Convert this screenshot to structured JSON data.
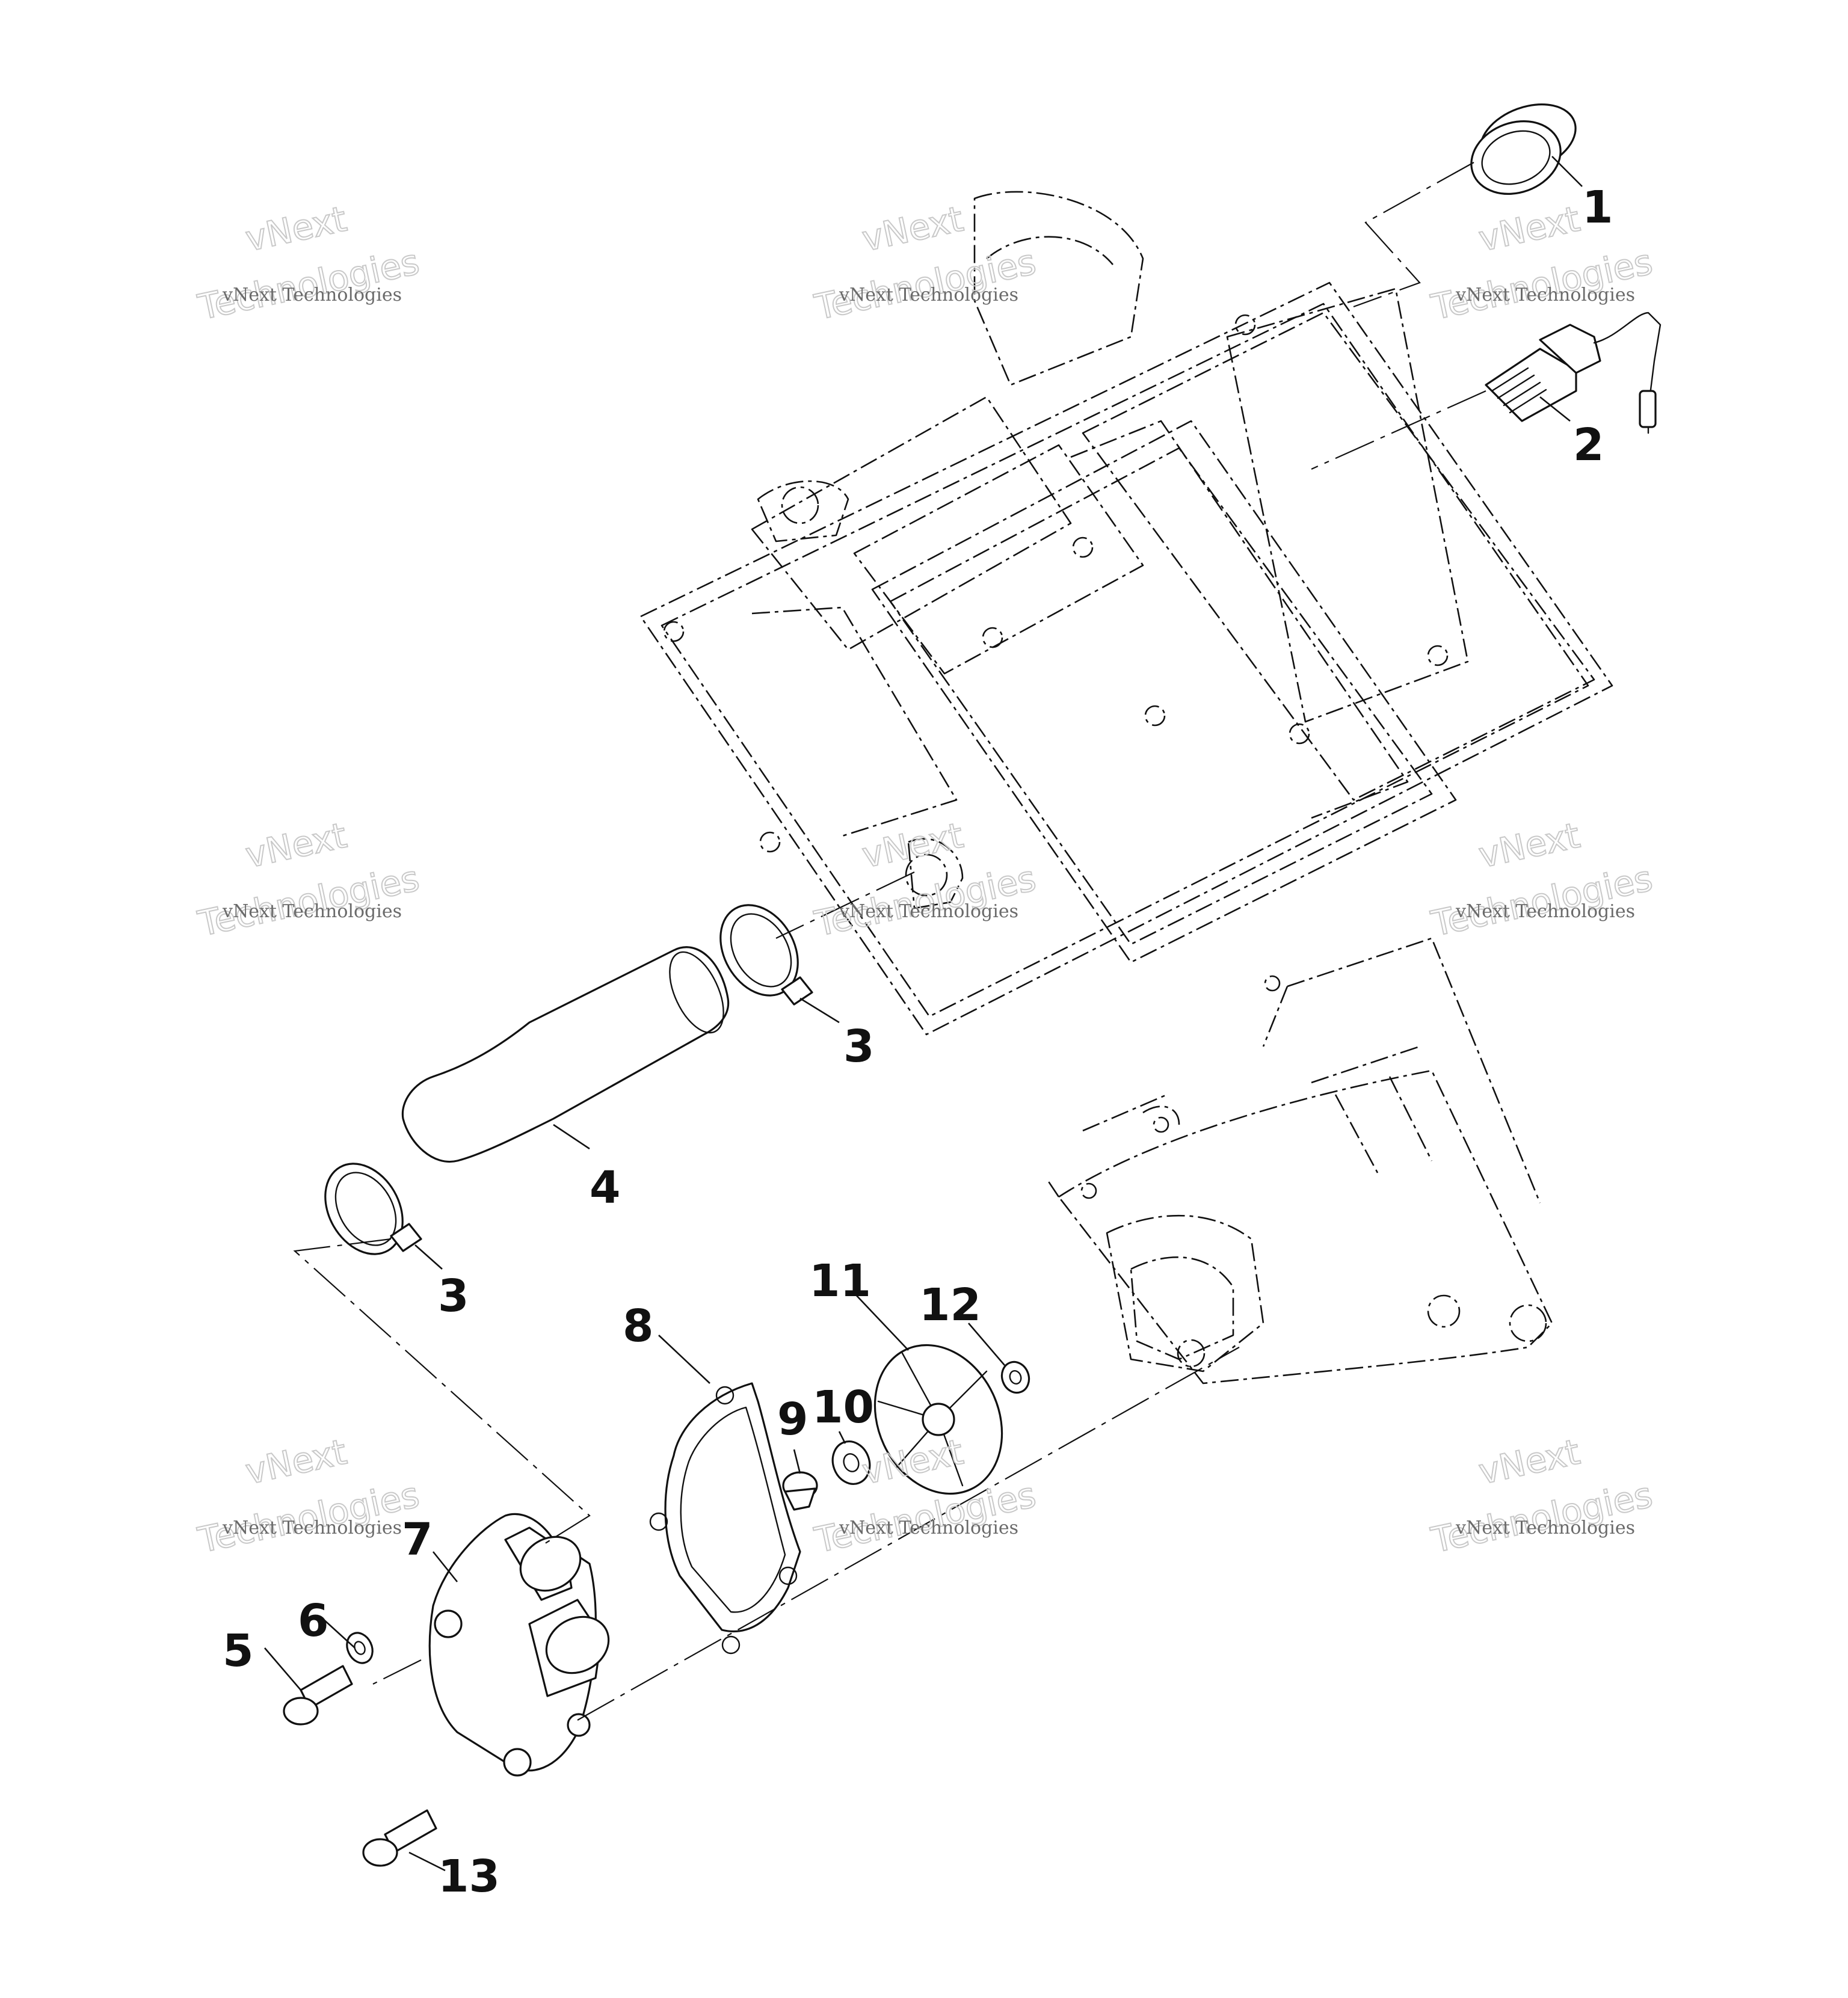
{
  "callouts": [
    "1",
    "2",
    "3",
    "3",
    "4",
    "5",
    "6",
    "7",
    "8",
    "9",
    "10",
    "11",
    "12",
    "13"
  ],
  "watermark": {
    "line": "vNext Technologies",
    "top": "vNext",
    "bottom": "Technologies"
  },
  "colors": {
    "ink": "#111111",
    "watermark": "#c9c9c9",
    "background": "#ffffff"
  }
}
